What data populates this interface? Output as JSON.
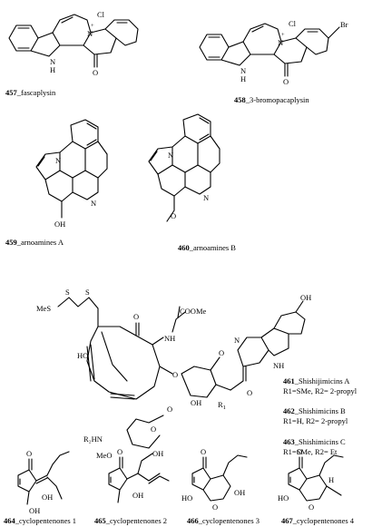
{
  "compounds": [
    {
      "number": "457",
      "name": "_fascaplysin"
    },
    {
      "number": "458",
      "name": "_3-bromopacaplysin"
    },
    {
      "number": "459",
      "name": "_arnoamines A"
    },
    {
      "number": "460",
      "name": "_arnoamines B"
    },
    {
      "number": "461",
      "name": "_Shishijimicins A",
      "sub": "R1=SMe, R2= 2-propyl"
    },
    {
      "number": "462",
      "name": "_Shishimicins B",
      "sub": "R1=H, R2= 2-propyl"
    },
    {
      "number": "463",
      "name": "_Shishimicins C",
      "sub": "R1=SMe, R2= Et"
    },
    {
      "number": "464",
      "name": "_cyclopentenones 1"
    },
    {
      "number": "465",
      "name": "_cyclopentenones 2"
    },
    {
      "number": "466",
      "name": "_cyclopentenones 3"
    },
    {
      "number": "467",
      "name": "_cyclopentenones 4"
    }
  ],
  "atoms": {
    "cl": "Cl",
    "plus": "+",
    "n": "N",
    "h": "H",
    "nh": "NH",
    "o": "O",
    "br": "Br",
    "oh": "OH",
    "ho": "HO",
    "mes": "MeS",
    "s": "S",
    "coome": "COOMe",
    "r1": "R",
    "r1sub": "1",
    "r2hn": "R₂HN",
    "meo": "MeO",
    "oh_sugar": "OH"
  }
}
